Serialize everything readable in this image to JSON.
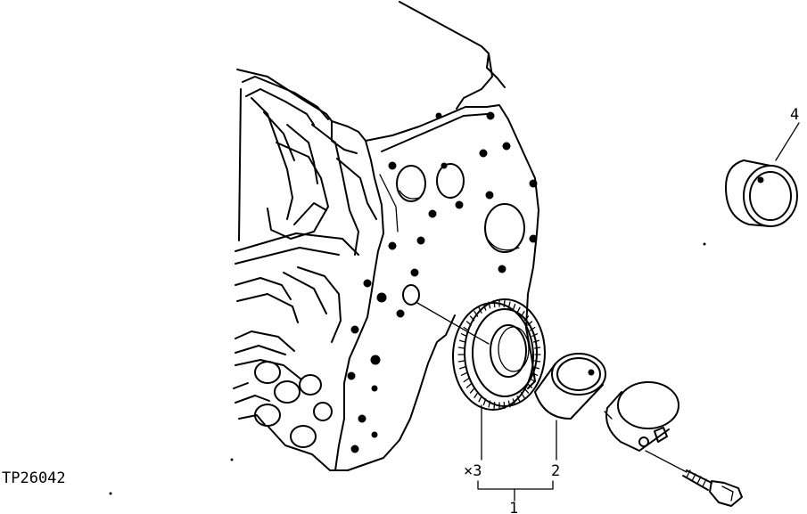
{
  "figure_id": "TP26042",
  "callouts": {
    "c1": "1",
    "c2": "2",
    "c3": "×3",
    "c4": "4"
  }
}
